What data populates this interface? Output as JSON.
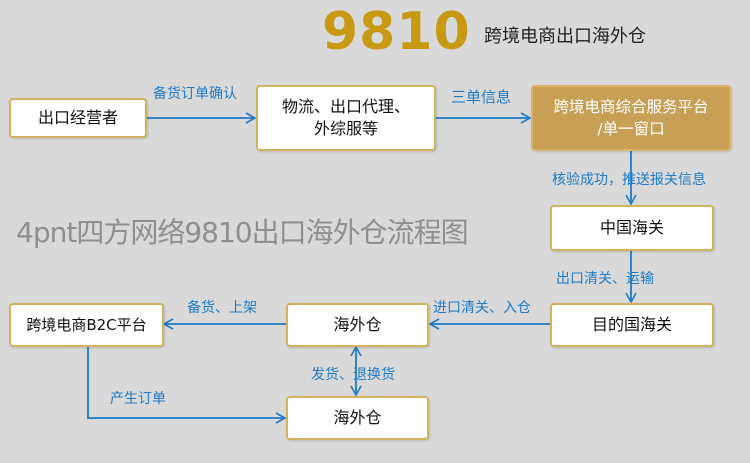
{
  "header": {
    "number": "9810",
    "subtitle": "跨境电商出口海外仓"
  },
  "watermark": "4pnt四方网络9810出口海外仓流程图",
  "nodes": {
    "exporter": "出口经营者",
    "logistics": "物流、出口代理、\n外综服等",
    "platform": "跨境电商综合服务平台\n/单一窗口",
    "china_customs": "中国海关",
    "dest_customs": "目的国海关",
    "overseas_warehouse_1": "海外仓",
    "b2c_platform": "跨境电商B2C平台",
    "overseas_warehouse_2": "海外仓"
  },
  "edges": {
    "order_confirm": "备货订单确认",
    "three_docs": "三单信息",
    "verify_push": "核验成功，推送报关信息",
    "export_clear": "出口清关、运输",
    "import_clear": "进口清关、入仓",
    "stock_listing": "备货、上架",
    "ship_return": "发货、退换货",
    "create_order": "产生订单"
  },
  "colors": {
    "accent_gold": "#c89a14",
    "platform_fill": "#c8a055",
    "box_border": "#d3b25c",
    "arrow_blue": "#1f7bc6",
    "background": "#d9d9d9"
  }
}
